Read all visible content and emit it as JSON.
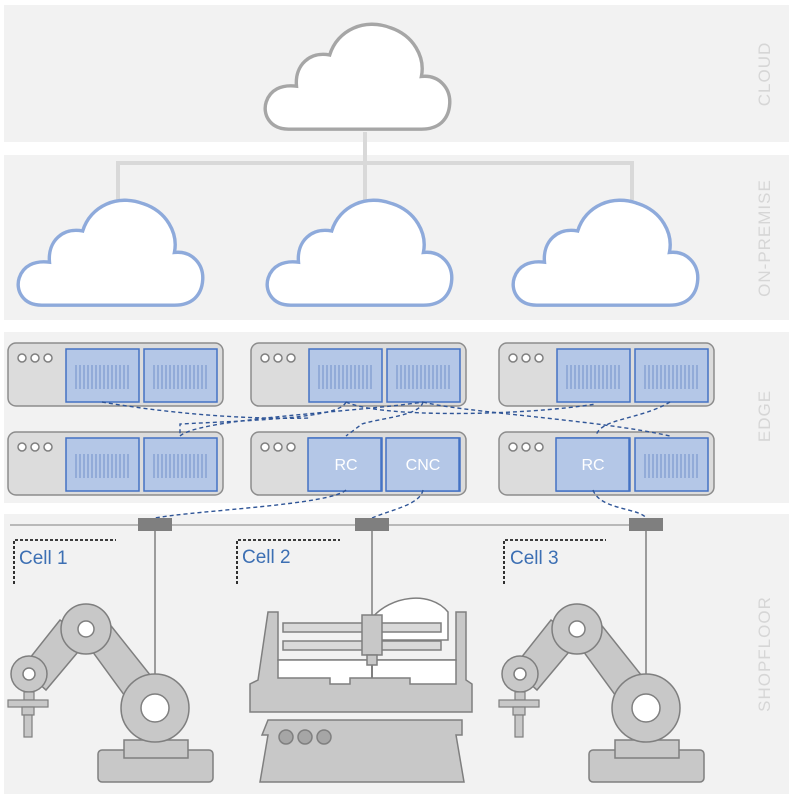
{
  "layers": {
    "cloud": "CLOUD",
    "on_premise": "ON-PREMISE",
    "edge": "EDGE",
    "shopfloor": "SHOPFLOOR"
  },
  "cells": [
    "Cell 1",
    "Cell 2",
    "Cell 3"
  ],
  "containers": {
    "rc_left": "RC",
    "cnc": "CNC",
    "rc_right": "RC"
  },
  "colors": {
    "band": "#f2f2f2",
    "cloud_outline_gray": "#a6a6a6",
    "cloud_outline_blue": "#8eaadb",
    "container_fill": "#b4c7e7",
    "container_stroke": "#4472c4",
    "server_fill": "#dcdcdc",
    "network_dashed": "#2f5597",
    "cell_label": "#3c6fb3",
    "machine_gray": "#c0c0c0"
  }
}
